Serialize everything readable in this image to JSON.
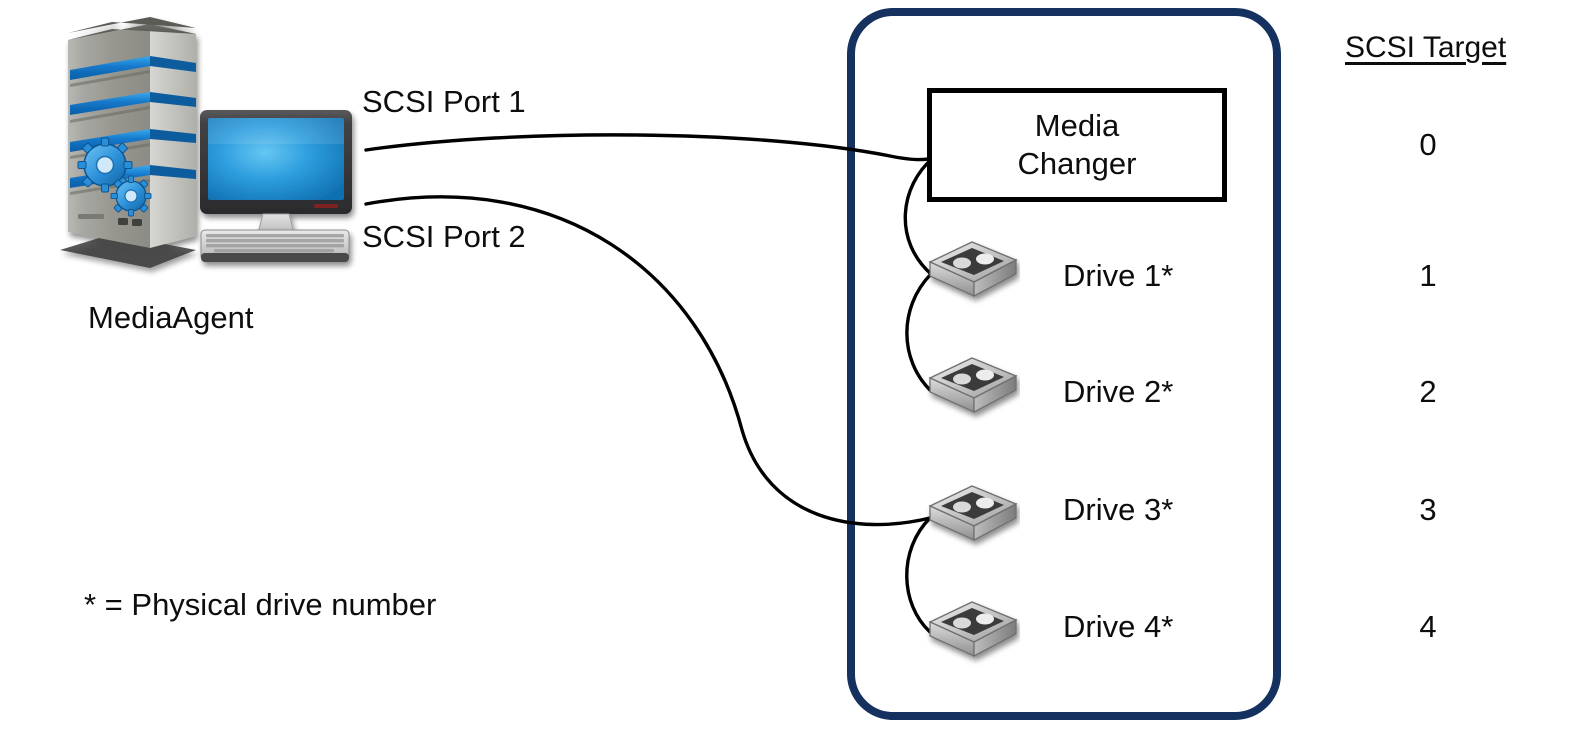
{
  "diagram": {
    "title_text_present": false,
    "colors": {
      "library_border": "#14315f",
      "box_border": "#000000",
      "cable": "#000000",
      "text": "#0d0d0d",
      "monitor_screen_blue": "#1f93d8",
      "tower_stripe_blue": "#1b7fd4",
      "tower_body_grey": "#9a9a96"
    }
  },
  "mediaagent": {
    "label": "MediaAgent",
    "tower_icon": "server-tower-icon",
    "monitor_icon": "desktop-monitor-icon",
    "keyboard_icon": "keyboard-icon"
  },
  "ports": [
    {
      "id": "port1",
      "label": "SCSI Port 1"
    },
    {
      "id": "port2",
      "label": "SCSI Port 2"
    }
  ],
  "library": {
    "media_changer": {
      "line1": "Media",
      "line2": "Changer"
    },
    "devices": [
      {
        "id": "media-changer",
        "label_line1": "Media",
        "label_line2": "Changer",
        "scsi_target": "0",
        "icon": "media-changer-box",
        "port": "SCSI Port 1"
      },
      {
        "id": "drive-1",
        "label": "Drive 1*",
        "scsi_target": "1",
        "icon": "tape-drive-icon",
        "port": "SCSI Port 1"
      },
      {
        "id": "drive-2",
        "label": "Drive 2*",
        "scsi_target": "2",
        "icon": "tape-drive-icon",
        "port": "SCSI Port 1"
      },
      {
        "id": "drive-3",
        "label": "Drive 3*",
        "scsi_target": "3",
        "icon": "tape-drive-icon",
        "port": "SCSI Port 2"
      },
      {
        "id": "drive-4",
        "label": "Drive 4*",
        "scsi_target": "4",
        "icon": "tape-drive-icon",
        "port": "SCSI Port 2"
      }
    ]
  },
  "target_column": {
    "header": "SCSI Target",
    "values": [
      "0",
      "1",
      "2",
      "3",
      "4"
    ]
  },
  "footnote": {
    "text": "* = Physical drive number"
  }
}
